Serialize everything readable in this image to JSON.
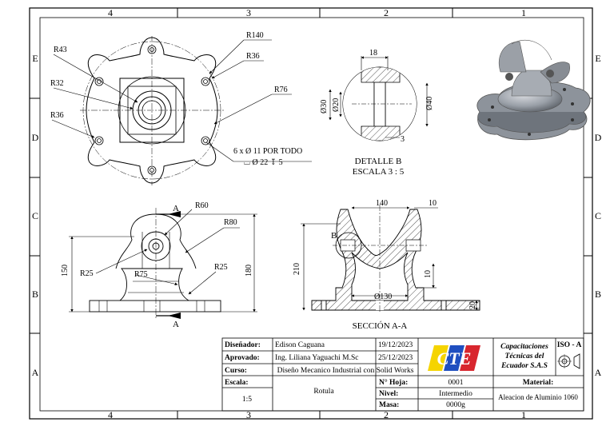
{
  "frame": {
    "cols": [
      "4",
      "3",
      "2",
      "1"
    ],
    "rows": [
      "E",
      "D",
      "C",
      "B",
      "A"
    ]
  },
  "top_view": {
    "dims": {
      "r43": "R43",
      "r140": "R140",
      "r36a": "R36",
      "r32": "R32",
      "r76": "R76",
      "r36b": "R36"
    },
    "hole_note_1": "6 x Ø 11 POR TODO",
    "hole_note_2": "⌴ Ø 22 ↧ 5"
  },
  "detail": {
    "dim_18": "18",
    "dim_d30": "Ø30",
    "dim_d20": "Ø20",
    "dim_d40": "Ø40",
    "dim_3": "3",
    "title": "DETALLE B",
    "scale": "ESCALA 3 : 5"
  },
  "front_view": {
    "section_letter_top": "A",
    "section_letter_bottom": "A",
    "dims": {
      "r60": "R60",
      "r80": "R80",
      "d150": "150",
      "r25a": "R25",
      "r75": "R75",
      "r25b": "R25",
      "d180": "180"
    }
  },
  "section_view": {
    "label_b": "B",
    "dims": {
      "d140": "140",
      "d10a": "10",
      "d210": "210",
      "d10b": "10",
      "d130": "Ø130",
      "d20": "20"
    },
    "title": "SECCIÓN A-A"
  },
  "title_block": {
    "designer_label": "Diseñador:",
    "designer_value": "Edison Caguana",
    "designer_date": "19/12/2023",
    "approved_label": "Aprovado:",
    "approved_value": "Ing. Liliana Yaguachi M.Sc",
    "approved_date": "25/12/2023",
    "course_label": "Curso:",
    "course_value": "Diseño Mecanico Industrial con Solid Works",
    "scale_label": "Escala:",
    "scale_value": "1:5",
    "part_name": "Rotula",
    "sheet_label": "N° Hoja:",
    "sheet_value": "0001",
    "level_label": "Nivel:",
    "level_value": "Intermedio",
    "mass_label": "Masa:",
    "mass_value": "0000g",
    "company_1": "Capacitaciones",
    "company_2": "Técnicas del",
    "company_3": "Ecuador S.A.S",
    "iso": "ISO - A",
    "material_label": "Material:",
    "material_value": "Aleacion de Aluminio 1060",
    "logo_text": "CTE",
    "colors": {
      "logo_yellow": "#f5d400",
      "logo_blue": "#1f4fc0",
      "logo_red": "#d8262e"
    }
  }
}
